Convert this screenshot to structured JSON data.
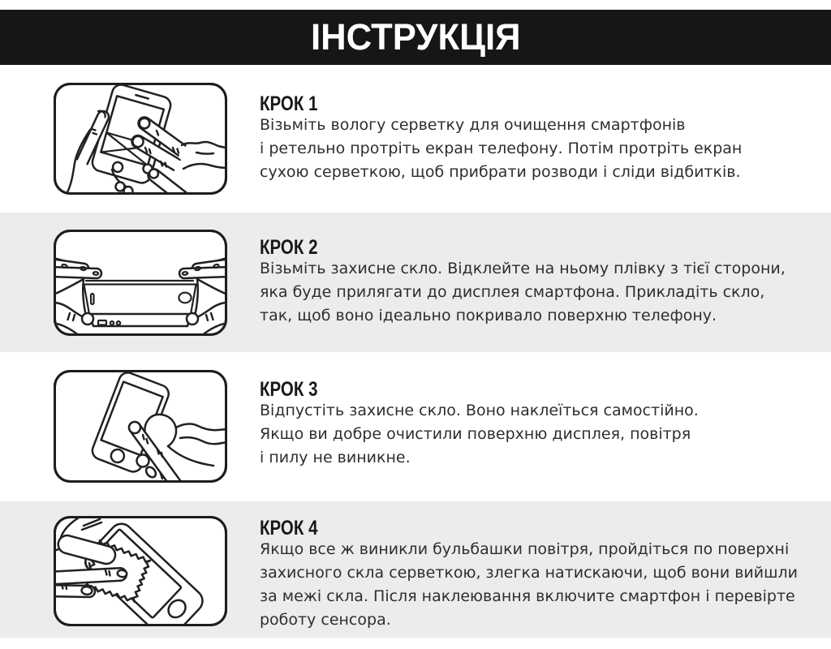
{
  "header": {
    "title": "ІНСТРУКЦІЯ"
  },
  "steps": [
    {
      "label": "КРОК 1",
      "text": "Візьміть вологу серветку для очищення смартфонів\nі ретельно протріть екран телефону. Потім протріть екран\nсухою серветкою, щоб прибрати розводи і сліди відбитків.",
      "illustration": "wipe-phone-with-cloth"
    },
    {
      "label": "КРОК 2",
      "text": "Візьміть захисне скло. Відклейте на ньому плівку з тієї сторони,\nяка буде прилягати до дисплея смартфона. Прикладіть скло,\nтак, щоб воно ідеально покривало поверхню телефону.",
      "illustration": "apply-glass-with-two-hands"
    },
    {
      "label": "КРОК 3",
      "text": "Відпустіть захисне скло. Воно наклеїться самостійно.\nЯкщо ви добре очистили поверхню дисплея, повітря\nі пилу не виникне.",
      "illustration": "press-center-of-screen"
    },
    {
      "label": "КРОК 4",
      "text": "Якщо все ж виникли бульбашки повітря, пройдіться по поверхні\nзахисного скла серветкою, злегка натискаючи, щоб вони вийшли\nза межі скла. Після наклеювання включите смартфон і перевірте\nроботу сенсора.",
      "illustration": "smooth-out-bubbles-with-cloth"
    }
  ],
  "colors": {
    "header_bar": "#161616",
    "band_gray": "#ececec",
    "body_text": "#2e2e2e",
    "heading_text": "#181818",
    "line_art": "#212121"
  }
}
